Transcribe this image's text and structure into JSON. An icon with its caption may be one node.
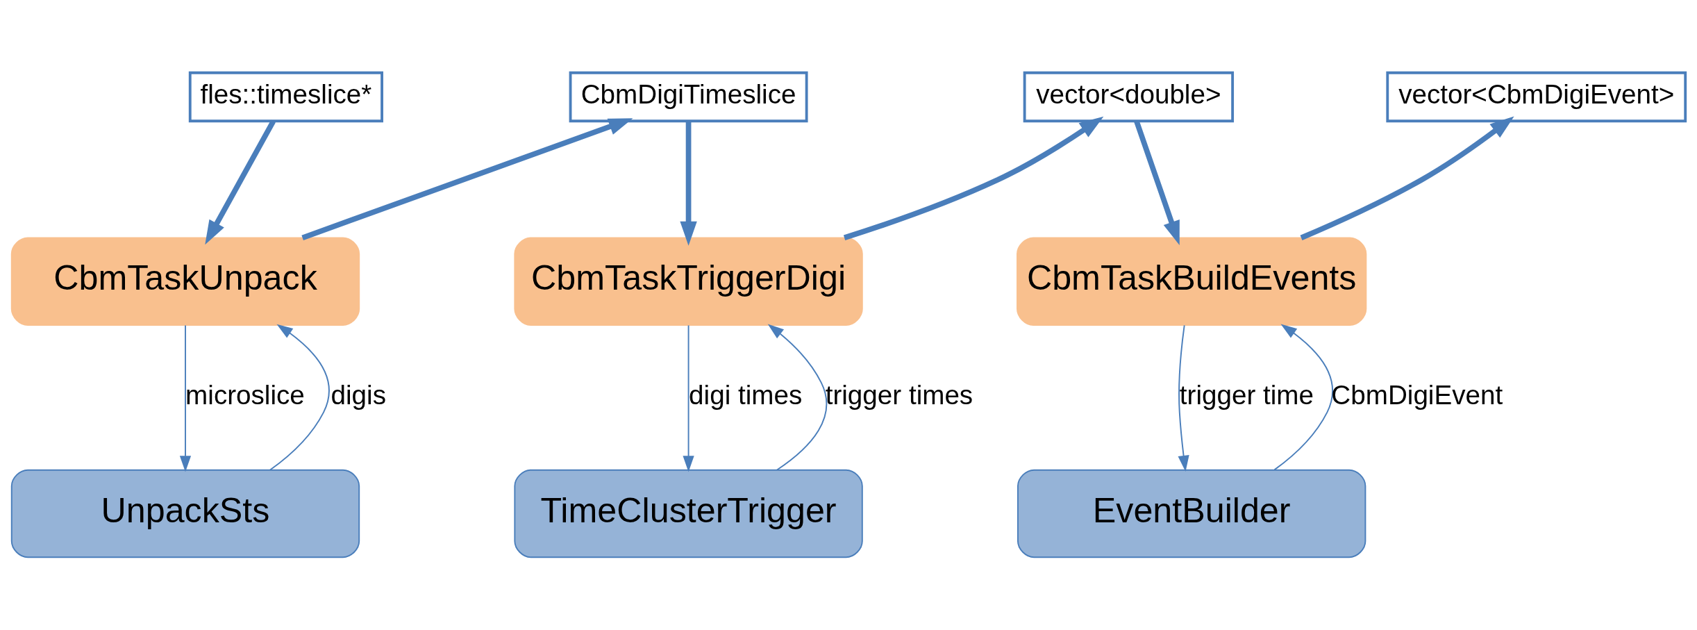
{
  "diagram": {
    "nodes": [
      {
        "text": [
          "fles::timeslice*"
        ]
      },
      {
        "text": [
          "CbmDigiTimeslice"
        ]
      },
      {
        "text": [
          "vector<double>"
        ]
      },
      {
        "text": [
          "vector<CbmDigiEvent>"
        ]
      },
      {
        "text": [
          "CbmTaskUnpack"
        ]
      },
      {
        "text": [
          "CbmTaskTriggerDigi"
        ]
      },
      {
        "text": [
          "CbmTaskBuildEvents"
        ]
      },
      {
        "text": [
          "UnpackSts"
        ]
      },
      {
        "text": [
          "TimeClusterTrigger"
        ]
      },
      {
        "text": [
          "EventBuilder"
        ]
      }
    ],
    "edges": [
      {
        "from": 0,
        "to": 4,
        "arrow": "to",
        "style": "thick"
      },
      {
        "from": 4,
        "to": 1,
        "arrow": "to",
        "style": "thick"
      },
      {
        "from": 1,
        "to": 5,
        "arrow": "to",
        "style": "thick"
      },
      {
        "from": 5,
        "to": 2,
        "arrow": "to",
        "style": "thick"
      },
      {
        "from": 2,
        "to": 6,
        "arrow": "to",
        "style": "thick"
      },
      {
        "from": 6,
        "to": 3,
        "arrow": "to",
        "style": "thick"
      },
      {
        "from": 4,
        "to": 7,
        "arrow": "to",
        "label": "microslice"
      },
      {
        "from": 7,
        "to": 4,
        "arrow": "to",
        "label": "digis"
      },
      {
        "from": 5,
        "to": 8,
        "arrow": "to",
        "label": "digi times"
      },
      {
        "from": 8,
        "to": 5,
        "arrow": "to",
        "label": "trigger times"
      },
      {
        "from": 6,
        "to": 9,
        "arrow": "to",
        "label": "trigger time"
      },
      {
        "from": 9,
        "to": 6,
        "arrow": "to",
        "label": "CbmDigiEvent"
      }
    ]
  }
}
